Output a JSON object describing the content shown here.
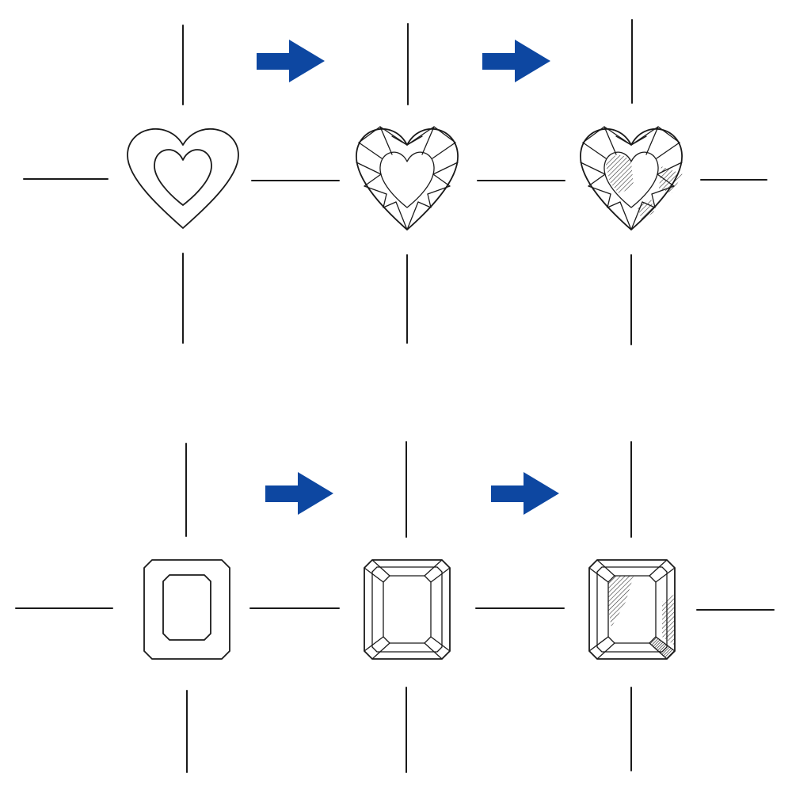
{
  "colors": {
    "arrow": "#0d47a1",
    "line": "#1a1a1a",
    "background": "#ffffff"
  },
  "rows": [
    {
      "shape": "heart",
      "steps": [
        {
          "stage": "outline"
        },
        {
          "stage": "facets"
        },
        {
          "stage": "shaded"
        }
      ],
      "arrows": 2
    },
    {
      "shape": "emerald-cut",
      "steps": [
        {
          "stage": "outline"
        },
        {
          "stage": "facets"
        },
        {
          "stage": "shaded"
        }
      ],
      "arrows": 2
    }
  ]
}
